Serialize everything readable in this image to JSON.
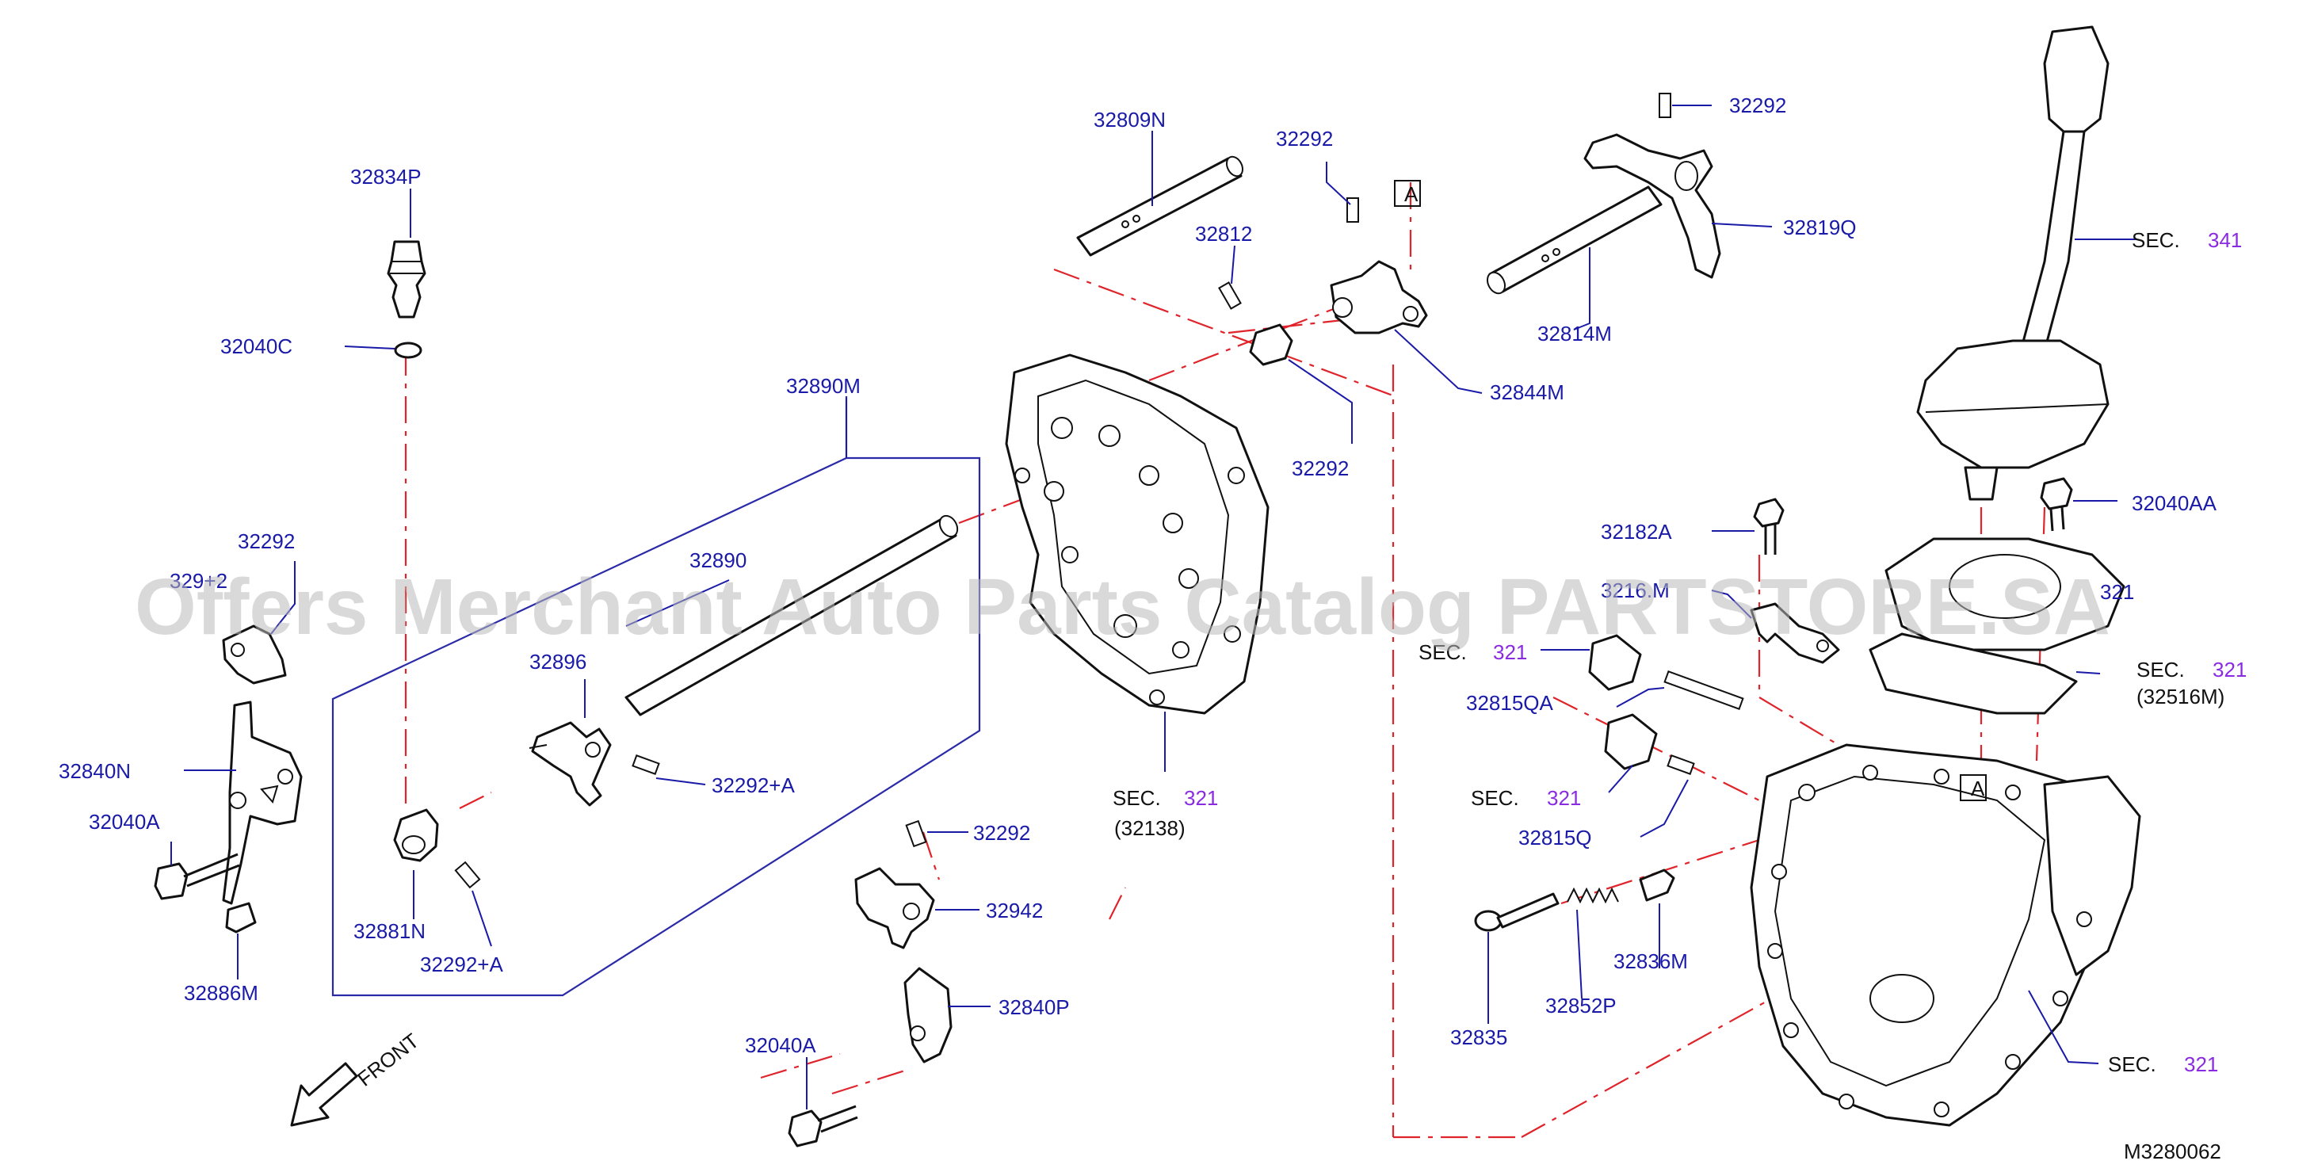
{
  "watermark": "Offers Merchant Auto Parts Catalog PARTSTORE.SA",
  "diagram_id": "M3280062",
  "front_label": "FRONT",
  "callout_A": "A",
  "part_labels": {
    "p32834P": "32834P",
    "p32040C": "32040C",
    "p32890M": "32890M",
    "p32890": "32890",
    "p32896": "32896",
    "p32292_plusA_1": "32292+A",
    "p32881N": "32881N",
    "p32292_plusA_2": "32292+A",
    "p32292_left": "32292",
    "p32292_left_partial": "329+2",
    "p32840N": "32840N",
    "p32040A_left": "32040A",
    "p32886M": "32886M",
    "p32809N": "32809N",
    "p32292_top": "32292",
    "p32812": "32812",
    "p32292_mid": "32292",
    "p32844M": "32844M",
    "p32292_right": "32292",
    "p32819Q": "32819Q",
    "p32814M": "32814M",
    "p32292_low": "32292",
    "p32942": "32942",
    "p32840P": "32840P",
    "p32040A_bottom": "32040A",
    "p32182A": "32182A",
    "p3216xM": "3216.M",
    "p32815QA": "32815QA",
    "p32815Q": "32815Q",
    "p32836M": "32836M",
    "p32852P": "32852P",
    "p32835": "32835",
    "p32040AA": "32040AA",
    "p321xx_right": "321",
    "p32516M": "(32516M)",
    "p32138": "(32138)"
  },
  "sec_refs": {
    "sec_word": "SEC.",
    "sec341": "341",
    "sec321": "321"
  }
}
